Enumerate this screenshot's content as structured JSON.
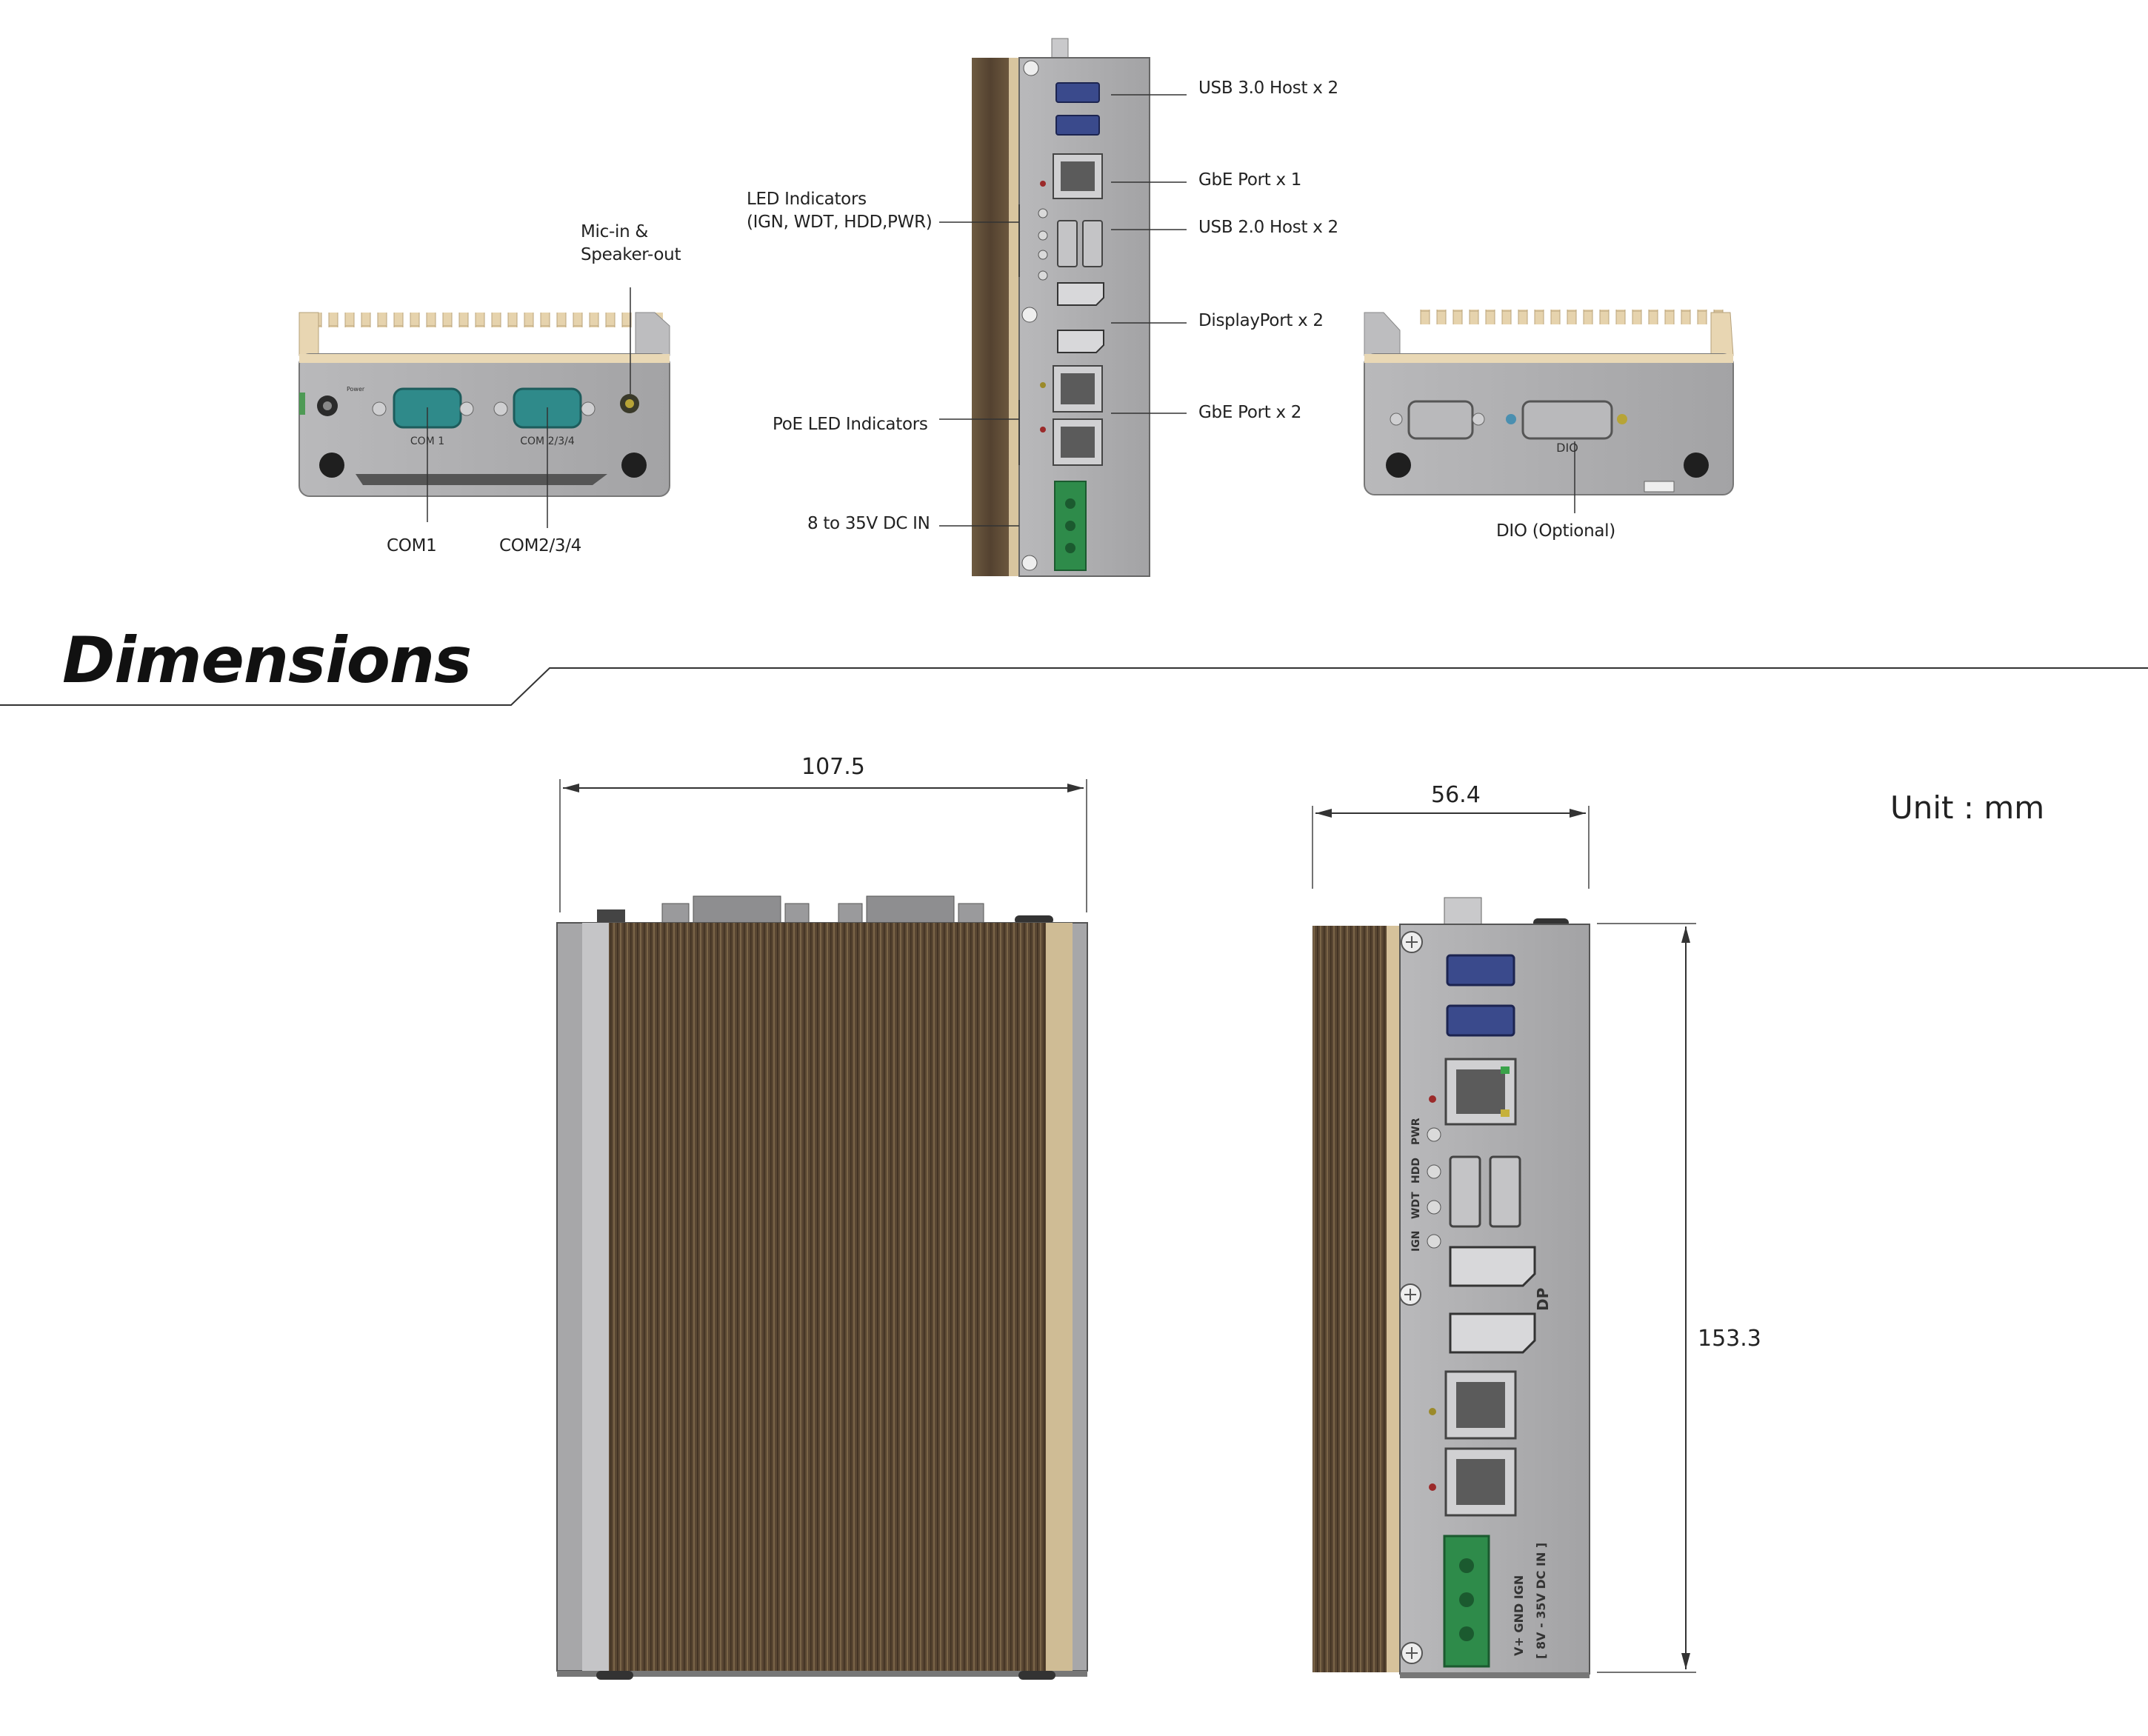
{
  "callouts": {
    "usb30": "USB 3.0 Host x 2",
    "gbe1": "GbE Port x 1",
    "usb20": "USB 2.0 Host x 2",
    "displayport": "DisplayPort x 2",
    "gbe2": "GbE Port x 2",
    "led_line1": "LED Indicators",
    "led_line2": "(IGN, WDT, HDD,PWR)",
    "poe_led": "PoE LED Indicators",
    "dc_in": "8 to 35V DC IN",
    "mic_line1": "Mic-in &",
    "mic_line2": "Speaker-out",
    "com1": "COM1",
    "com234": "COM2/3/4",
    "dio": "DIO (Optional)"
  },
  "panel_print": {
    "com1": "COM 1",
    "com234": "COM 2/3/4",
    "dio": "DIO",
    "pwr": "PWR",
    "hdd": "HDD",
    "wdt": "WDT",
    "ign": "IGN",
    "dp": "DP",
    "dc_in": "[ 8V - 35V DC IN ]",
    "terminal": "V+  GND  IGN"
  },
  "section": {
    "title": "Dimensions",
    "unit": "Unit : mm"
  },
  "dimensions": {
    "width": "107.5",
    "depth": "56.4",
    "height": "153.3"
  },
  "colors": {
    "panel_gray": "#a9a9ab",
    "heatsink_brown": "#5e4b36",
    "heatsink_tan": "#e4cfa6",
    "usb3_blue": "#3a4a8c",
    "com_teal": "#2f8a8a",
    "terminal_green": "#2e8b4a"
  }
}
